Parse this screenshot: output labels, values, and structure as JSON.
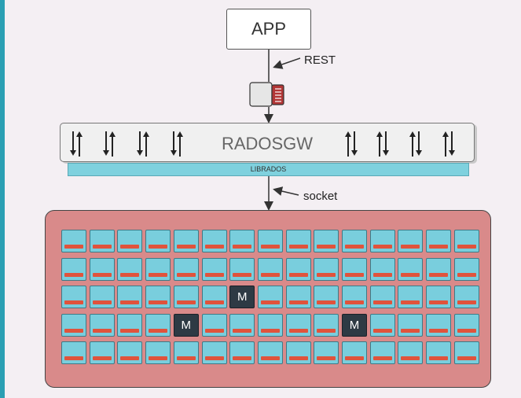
{
  "app": {
    "label": "APP"
  },
  "rest_label": "REST",
  "gateway": {
    "title": "RADOSGW",
    "library_label": "LIBRADOS"
  },
  "socket_label": "socket",
  "cluster": {
    "rows": 5,
    "columns": 15,
    "monitor_label": "M",
    "monitors": [
      {
        "row": 2,
        "col": 6
      },
      {
        "row": 3,
        "col": 4
      },
      {
        "row": 3,
        "col": 10
      }
    ]
  },
  "colors": {
    "disk": "#79cedd",
    "disk_led": "#e0533c",
    "cluster_bg": "#d98a8a",
    "monitor": "#2e3a44",
    "librados": "#7fd1de"
  }
}
